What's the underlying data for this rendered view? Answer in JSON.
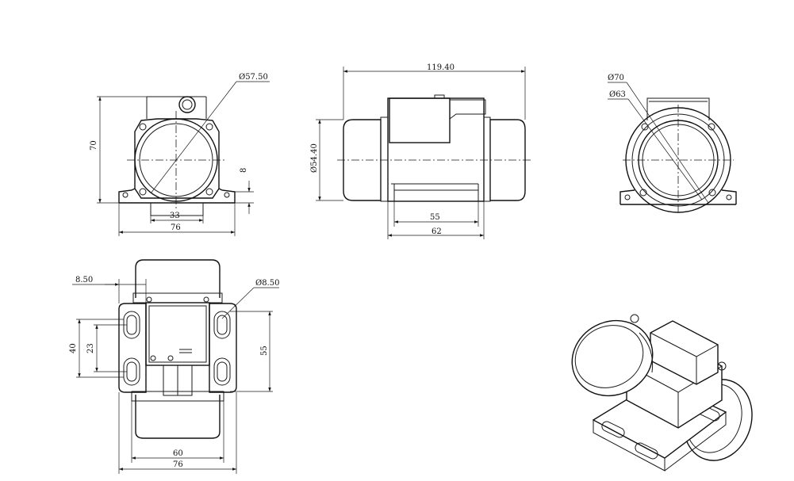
{
  "dimensions": {
    "front": {
      "diameter": "Ø57.50",
      "height": "70",
      "flange": "8",
      "slot": "33",
      "width": "76"
    },
    "side": {
      "length": "119.40",
      "diameter": "Ø54.40",
      "base_inner": "55",
      "base_outer": "62"
    },
    "rear": {
      "outer_diameter": "Ø70",
      "inner_diameter": "Ø63"
    },
    "bottom": {
      "hole_offset": "8.50",
      "hole_diameter": "Ø8.50",
      "slot_outer": "40",
      "slot_inner": "23",
      "height": "55",
      "inner_width": "60",
      "outer_width": "76"
    }
  }
}
